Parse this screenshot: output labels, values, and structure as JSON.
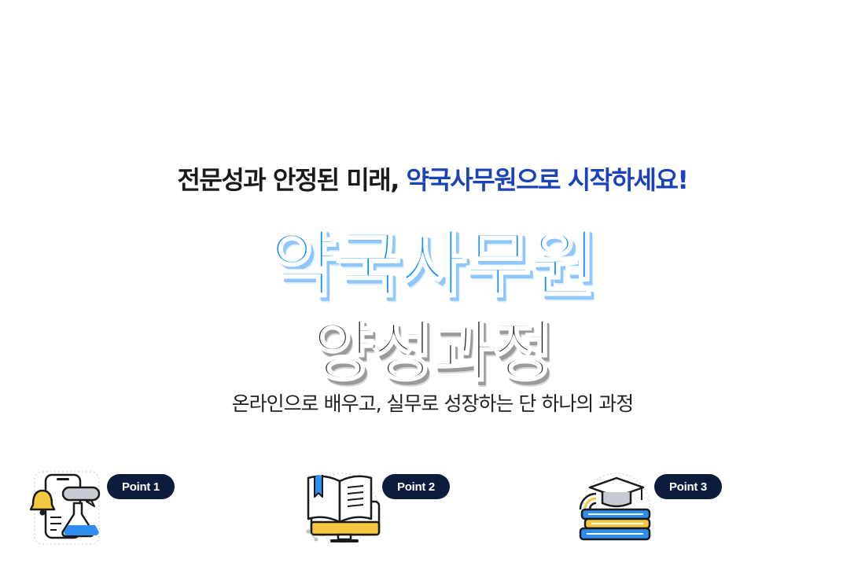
{
  "hero": {
    "tagline_part1": "전문성과 안정된 미래, ",
    "tagline_part2": "약국사무원으로 시작하세요!",
    "title_line1": "약국사무원",
    "title_line2": "양성과정",
    "subtitle": "온라인으로 배우고, 실무로 성장하는 단 하나의 과정"
  },
  "points": [
    {
      "label": "Point 1",
      "icon": "lab-notification-icon"
    },
    {
      "label": "Point 2",
      "icon": "online-book-icon"
    },
    {
      "label": "Point 3",
      "icon": "graduation-books-icon"
    }
  ],
  "colors": {
    "accent_blue": "#0d8cff",
    "tagline_highlight": "#1a43b8",
    "pill_background": "#0d1b3d",
    "dark_text": "#1e1e1e"
  }
}
